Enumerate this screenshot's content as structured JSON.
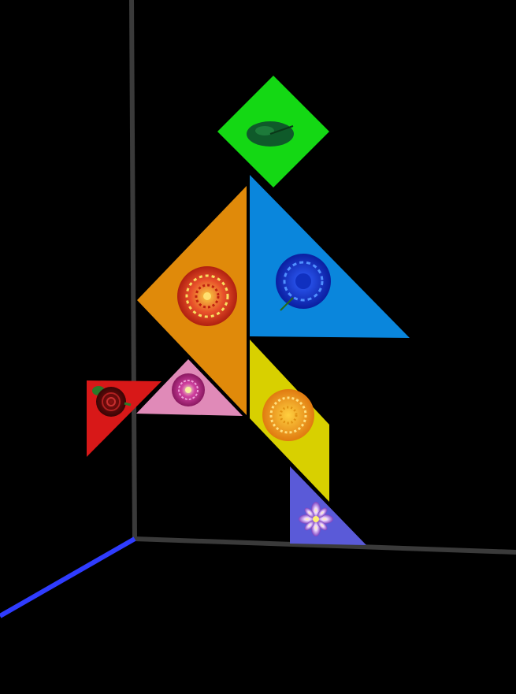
{
  "scene": {
    "background": "#000000",
    "axis_colors": {
      "vertical": "#3a3a3a",
      "floor": "#3a3a3a",
      "depth": "#2f3cff"
    },
    "pieces": [
      {
        "name": "square-piece",
        "shape": "square",
        "color": "#14d814",
        "flower": "lily-pad-icon"
      },
      {
        "name": "large-triangle-orange",
        "shape": "large-triangle",
        "color": "#e08a0a",
        "flower": "orange-dahlia-icon"
      },
      {
        "name": "large-triangle-blue",
        "shape": "large-triangle",
        "color": "#0a86dc",
        "flower": "blue-dahlia-icon"
      },
      {
        "name": "parallelogram-piece",
        "shape": "parallelogram",
        "color": "#d8d000",
        "flower": "yellow-chrysanthemum-icon"
      },
      {
        "name": "small-triangle-red",
        "shape": "small-triangle",
        "color": "#d81818",
        "flower": "red-rose-icon"
      },
      {
        "name": "medium-triangle-pink",
        "shape": "medium-triangle",
        "color": "#e08ab8",
        "flower": "pink-peony-icon"
      },
      {
        "name": "small-triangle-purple",
        "shape": "small-triangle",
        "color": "#5a5ad8",
        "flower": "purple-flower-icon"
      }
    ]
  }
}
